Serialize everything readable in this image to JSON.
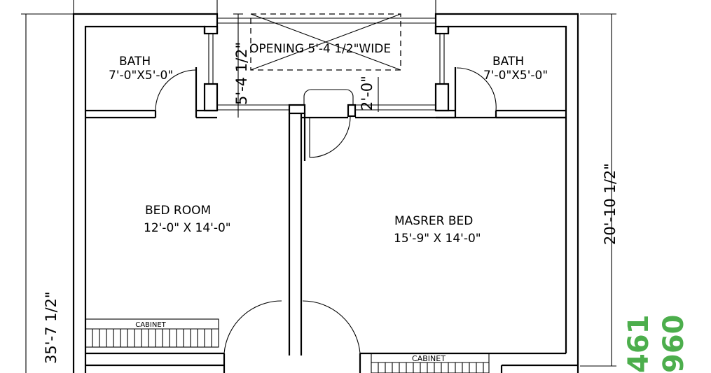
{
  "rooms": {
    "bath_left": {
      "name": "BATH",
      "size": "7'-0\"X5'-0\""
    },
    "bath_right": {
      "name": "BATH",
      "size": "7'-0\"X5'-0\""
    },
    "bed_room": {
      "name": "BED ROOM",
      "size": "12'-0\" X 14'-0\""
    },
    "master_bed": {
      "name": "MASRER BED",
      "size": "15'-9\" X 14'-0\""
    },
    "opening": {
      "label": "OPENING 5'-4 1/2\"WIDE"
    }
  },
  "cabinets": {
    "left": "CABINET",
    "right": "CABINET"
  },
  "dimensions": {
    "overall_height": "35'-7 1/2\"",
    "right_height": "20'-10 1/2\"",
    "opening_depth": "5'-4 1/2\"",
    "passage": "2'-0\""
  },
  "watermark": {
    "line1": "461",
    "line2": "960"
  },
  "colors": {
    "ink": "#000000",
    "watermark": "#4cae4c",
    "background": "#ffffff"
  }
}
